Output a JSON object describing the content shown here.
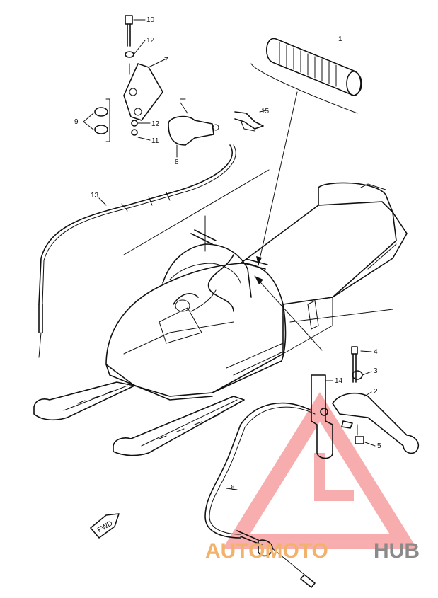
{
  "diagram": {
    "callouts": [
      "10",
      "12",
      "7",
      "9",
      "12",
      "11",
      "8",
      "15",
      "1",
      "13",
      "4",
      "3",
      "2",
      "14",
      "5",
      "6"
    ],
    "fwd_marker": "FWD"
  },
  "watermark": {
    "word_a": "AUTOMOTO",
    "word_b": "HUB",
    "color_a": "#f3b26b",
    "color_b": "#8a8a8a",
    "logo_color": "#f26b6b"
  }
}
